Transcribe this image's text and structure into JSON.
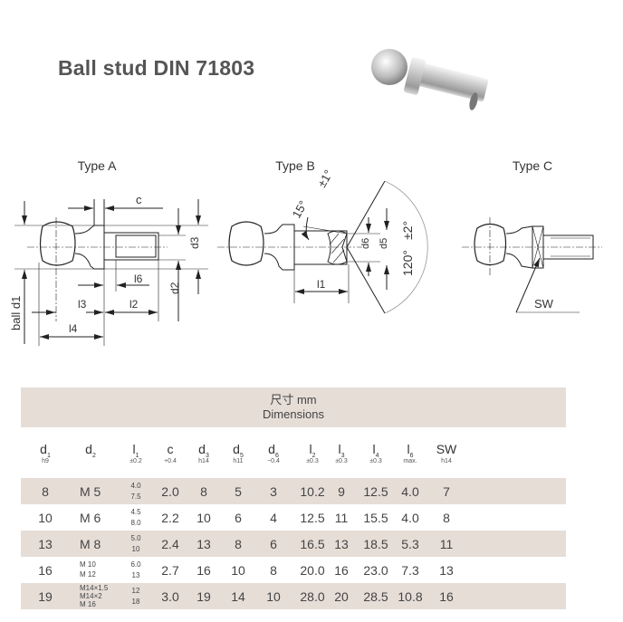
{
  "title": "Ball stud  DIN 71803",
  "drawings": {
    "type_a": {
      "label": "Type A",
      "dims": {
        "c": "c",
        "d3": "d3",
        "d2": "d2",
        "l6": "l6",
        "l3": "l3",
        "l2": "l2",
        "l4": "l4",
        "ball": "ball d1"
      }
    },
    "type_b": {
      "label": "Type B",
      "dims": {
        "angle1": "15°",
        "tol1": "±1°",
        "d6": "d6",
        "d5": "d5",
        "l1": "l1",
        "angle2": "120°",
        "tol2": "±2°"
      }
    },
    "type_c": {
      "label": "Type C",
      "dims": {
        "sw": "SW"
      }
    }
  },
  "table": {
    "header_cn": "尺寸 mm",
    "header_en": "Dimensions",
    "columns": [
      {
        "name": "d",
        "sub": "1",
        "tol": "h9"
      },
      {
        "name": "d",
        "sub": "2",
        "tol": ""
      },
      {
        "name": "l",
        "sub": "1",
        "tol": "±0.2"
      },
      {
        "name": "c",
        "sub": "",
        "tol": "+0.4"
      },
      {
        "name": "d",
        "sub": "3",
        "tol": "h14"
      },
      {
        "name": "d",
        "sub": "5",
        "tol": "h11"
      },
      {
        "name": "d",
        "sub": "6",
        "tol": "−0.4"
      },
      {
        "name": "l",
        "sub": "2",
        "tol": "±0.3"
      },
      {
        "name": "l",
        "sub": "3",
        "tol": "±0.3"
      },
      {
        "name": "l",
        "sub": "4",
        "tol": "±0.3"
      },
      {
        "name": "l",
        "sub": "6",
        "tol": "max."
      },
      {
        "name": "SW",
        "sub": "",
        "tol": "h14"
      }
    ],
    "rows": [
      {
        "d1": "8",
        "d2": [
          "M 5"
        ],
        "l1": [
          "4.0",
          "7.5"
        ],
        "c": "2.0",
        "d3": "8",
        "d5": "5",
        "d6": "3",
        "l2": "10.2",
        "l3": "9",
        "l4": "12.5",
        "l6": "4.0",
        "sw": "7"
      },
      {
        "d1": "10",
        "d2": [
          "M 6"
        ],
        "l1": [
          "4.5",
          "8.0"
        ],
        "c": "2.2",
        "d3": "10",
        "d5": "6",
        "d6": "4",
        "l2": "12.5",
        "l3": "11",
        "l4": "15.5",
        "l6": "4.0",
        "sw": "8"
      },
      {
        "d1": "13",
        "d2": [
          "M 8"
        ],
        "l1": [
          "5.0",
          "10"
        ],
        "c": "2.4",
        "d3": "13",
        "d5": "8",
        "d6": "6",
        "l2": "16.5",
        "l3": "13",
        "l4": "18.5",
        "l6": "5.3",
        "sw": "11"
      },
      {
        "d1": "16",
        "d2": [
          "M 10",
          "M 12"
        ],
        "l1": [
          "6.0",
          "13"
        ],
        "c": "2.7",
        "d3": "16",
        "d5": "10",
        "d6": "8",
        "l2": "20.0",
        "l3": "16",
        "l4": "23.0",
        "l6": "7.3",
        "sw": "13"
      },
      {
        "d1": "19",
        "d2": [
          "M14×1.5",
          "M14×2",
          "M 16"
        ],
        "l1": [
          "12",
          "18"
        ],
        "c": "3.0",
        "d3": "19",
        "d5": "14",
        "d6": "10",
        "l2": "28.0",
        "l3": "20",
        "l4": "28.5",
        "l6": "10.8",
        "sw": "16"
      }
    ]
  }
}
